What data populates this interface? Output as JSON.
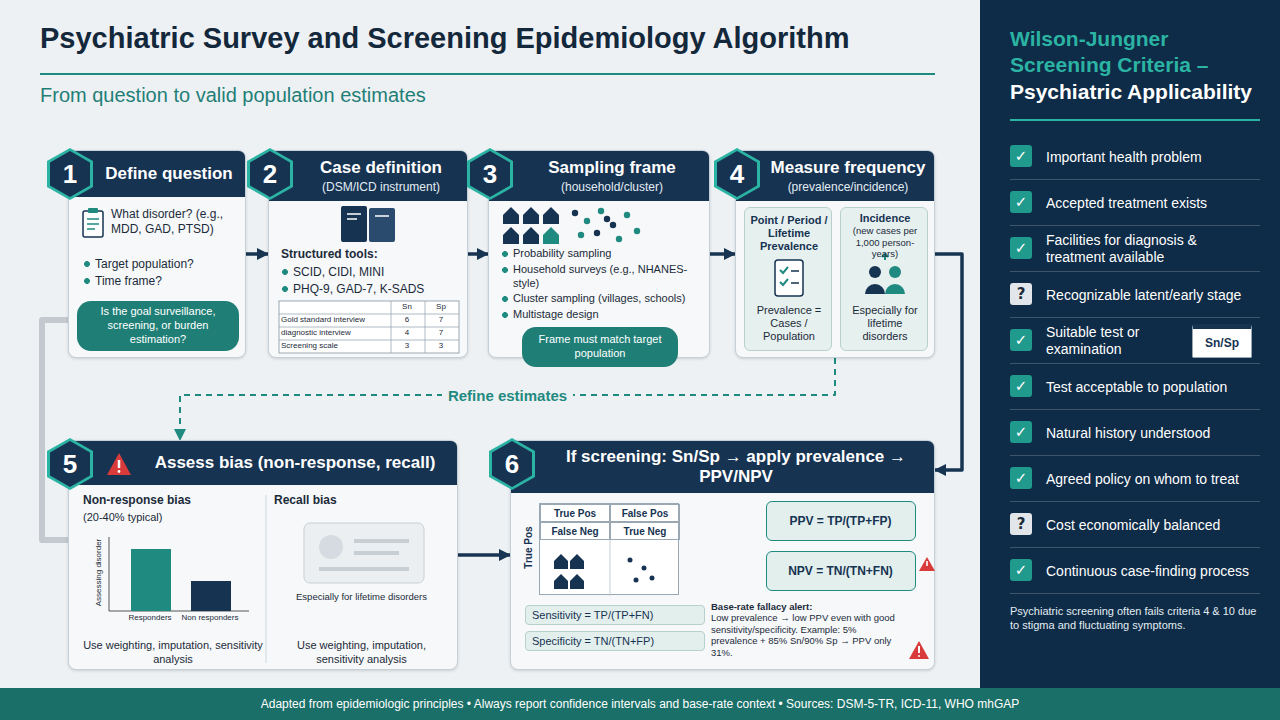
{
  "diagram": {
    "title": "Psychiatric Survey and Screening Epidemiology Algorithm",
    "caption": "From question to valid population estimates",
    "nodes": [
      {
        "text": [
          "1",
          "Define question",
          "What disorder? (e.g., MDD, GAD, PTSD)",
          "Target population?",
          "Time frame?"
        ]
      },
      {
        "text": [
          "Is the goal surveillance, screening, or burden estimation?"
        ],
        "in": 0
      },
      {
        "text": [
          "2",
          "Case definition",
          "(DSM/ICD instrument)",
          "Structured tools:",
          "SCID, CIDI, MINI",
          "PHQ-9, GAD-7, K-SADS"
        ]
      },
      {
        "text": [
          "3",
          "Sampling frame",
          "(household/cluster)",
          "Probability sampling",
          "Household surveys (e.g., NHANES-style)",
          "Cluster sampling (villages, schools)",
          "Multistage design"
        ]
      },
      {
        "text": [
          "Frame must match target population"
        ],
        "in": 3
      },
      {
        "text": [
          "4",
          "Measure frequency",
          "(prevalence/incidence)"
        ]
      },
      {
        "text": [
          "Point / Period / Lifetime Prevalence",
          "Prevalence = Cases / Population"
        ],
        "in": 5
      },
      {
        "text": [
          "Incidence",
          "(new cases per 1,000 person-years)",
          "Especially for lifetime disorders"
        ],
        "in": 5
      },
      {
        "text": [
          "5",
          "Assess bias (non-response, recall)",
          "Non-response bias",
          "(20-40% typical)",
          "Use weighting, imputation, sensitivity analysis",
          "Recall bias",
          "Especially for lifetime disorders",
          "Use weighting, imputation, sensitivity analysis"
        ]
      },
      {
        "text": [
          "6",
          "If screening: Sn/Sp → apply prevalence → PPV/NPV",
          "Sensitivity = TP/(TP+FN)",
          "Specificity = TN/(TN+FP)",
          "Base-rate fallacy alert:",
          "Low prevalence → low PPV even with good sensitivity/specificity. Example: 5% prevalence + 85% Sn/90% Sp → PPV only 31%."
        ]
      },
      {
        "text": [
          "True Pos",
          "False Pos",
          "False Neg",
          "True Neg"
        ],
        "in": 9
      },
      {
        "text": [
          "PPV = TP/(TP+FP)"
        ],
        "in": 9
      },
      {
        "text": [
          "NPV = TN/(TN+FN)"
        ],
        "in": 9
      },
      {
        "text": [
          "Wilson-Jungner Screening Criteria –",
          "Psychiatric Applicability",
          "Psychiatric screening often fails criteria 4 & 10 due to stigma and fluctuating symptoms."
        ]
      },
      {
        "text": [
          "✓",
          "Important health problem"
        ],
        "in": 13
      },
      {
        "text": [
          "✓",
          "Accepted treatment exists"
        ],
        "in": 13
      },
      {
        "text": [
          "✓",
          "Facilities for diagnosis & treatment available"
        ],
        "in": 13
      },
      {
        "text": [
          "?",
          "Recognizable latent/early stage"
        ],
        "in": 13
      },
      {
        "text": [
          "✓",
          "Suitable test or examination",
          "Sn/Sp"
        ],
        "in": 13
      },
      {
        "text": [
          "✓",
          "Test acceptable to population"
        ],
        "in": 13
      },
      {
        "text": [
          "✓",
          "Natural history understood"
        ],
        "in": 13
      },
      {
        "text": [
          "✓",
          "Agreed policy on whom to treat"
        ],
        "in": 13
      },
      {
        "text": [
          "?",
          "Cost economically balanced"
        ],
        "in": 13
      },
      {
        "text": [
          "✓",
          "Continuous case-finding process"
        ],
        "in": 13
      },
      {
        "text": [
          "Adapted from epidemiologic principles • Always report confidence intervals and base-rate context • Sources: DSM-5-TR, ICD-11, WHO mhGAP"
        ]
      }
    ],
    "edges": [
      {
        "from": 0,
        "to": 2,
        "arrow": "to"
      },
      {
        "from": 2,
        "to": 3,
        "arrow": "to"
      },
      {
        "from": 3,
        "to": 5,
        "arrow": "to"
      },
      {
        "from": 5,
        "to": 9,
        "arrow": "to"
      },
      {
        "from": 5,
        "to": 8,
        "label": "Refine estimates",
        "arrow": "to"
      },
      {
        "from": 0,
        "to": 8,
        "arrow": "none"
      },
      {
        "from": 8,
        "to": 9,
        "arrow": "to"
      },
      {
        "from": 10,
        "to": 11,
        "arrow": "to"
      },
      {
        "from": 10,
        "to": 12,
        "arrow": "to"
      }
    ],
    "labels": [
      "Sn",
      "Sp",
      "Gold standard interview",
      "6",
      "7",
      "diagnostic interview",
      "4",
      "7",
      "Screening scale",
      "3",
      "3",
      "Assessing disorder",
      "Responders",
      "Non responders",
      "True Pos"
    ]
  }
}
